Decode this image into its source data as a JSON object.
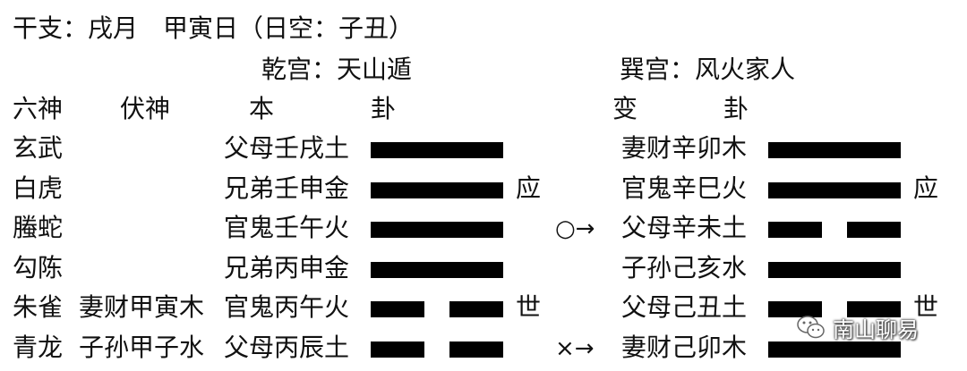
{
  "header": {
    "ganzhi": "干支：戌月　甲寅日（日空：子丑）",
    "palace_main": "乾宫：天山遁",
    "palace_changed": "巽宫：风火家人"
  },
  "columns": {
    "six_spirits": "六神",
    "hidden_spirit": "伏神",
    "ben": "本",
    "gua_left": "卦",
    "bian": "变",
    "gua_right": "卦"
  },
  "rows": [
    {
      "spirit": "玄武",
      "hidden": "",
      "main_line": "父母壬戌土",
      "main_type": "yang",
      "main_mark": "",
      "change_symbol": "",
      "changed_line": "妻财辛卯木",
      "changed_type": "yang",
      "changed_mark": ""
    },
    {
      "spirit": "白虎",
      "hidden": "",
      "main_line": "兄弟壬申金",
      "main_type": "yang",
      "main_mark": "应",
      "change_symbol": "",
      "changed_line": "官鬼辛巳火",
      "changed_type": "yang",
      "changed_mark": "应"
    },
    {
      "spirit": "螣蛇",
      "hidden": "",
      "main_line": "官鬼壬午火",
      "main_type": "yang",
      "main_mark": "",
      "change_symbol": "○→",
      "changed_line": "父母辛未土",
      "changed_type": "yin",
      "changed_mark": ""
    },
    {
      "spirit": "勾陈",
      "hidden": "",
      "main_line": "兄弟丙申金",
      "main_type": "yang",
      "main_mark": "",
      "change_symbol": "",
      "changed_line": "子孙己亥水",
      "changed_type": "yang",
      "changed_mark": ""
    },
    {
      "spirit": "朱雀",
      "hidden": "妻财甲寅木",
      "main_line": "官鬼丙午火",
      "main_type": "yin",
      "main_mark": "世",
      "change_symbol": "",
      "changed_line": "父母己丑土",
      "changed_type": "yin",
      "changed_mark": "世"
    },
    {
      "spirit": "青龙",
      "hidden": "子孙甲子水",
      "main_line": "父母丙辰土",
      "main_type": "yin",
      "main_mark": "",
      "change_symbol": "×→",
      "changed_line": "妻财己卯木",
      "changed_type": "yang",
      "changed_mark": ""
    }
  ],
  "watermark": {
    "text": "南山聊易",
    "icon": "wechat-icon"
  }
}
